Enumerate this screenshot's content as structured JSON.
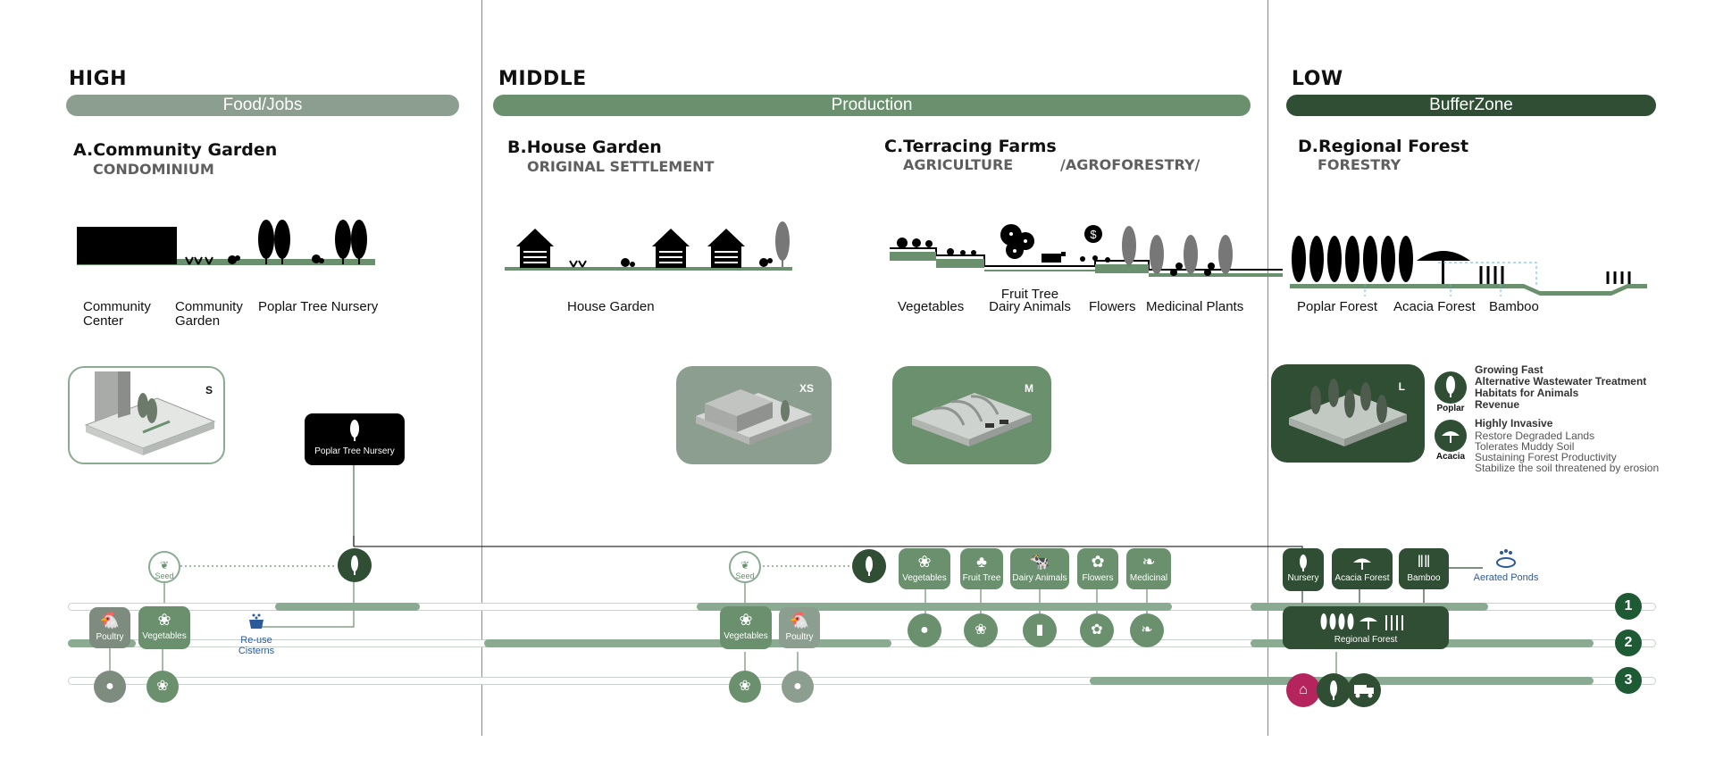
{
  "zones": {
    "high": {
      "title": "HIGH",
      "band": "Food/Jobs"
    },
    "middle": {
      "title": "MIDDLE",
      "band": "Production"
    },
    "low": {
      "title": "LOW",
      "band": "BufferZone"
    }
  },
  "colors": {
    "light_green": "#8c9e8f",
    "mid_green": "#6a906e",
    "dark_green": "#2f4e34",
    "track_bar": "#8aaa92",
    "accent_pink": "#b5245c",
    "number_green": "#1e5a34"
  },
  "sections": {
    "a": {
      "title": "A.Community Garden",
      "sub": "CONDOMINIUM",
      "labels": [
        "Community Center",
        "Community Garden",
        "Poplar Tree Nursery"
      ],
      "size": "S"
    },
    "b": {
      "title": "B.House Garden",
      "sub": "ORIGINAL SETTLEMENT",
      "labels": [
        "House Garden"
      ],
      "size": "XS"
    },
    "c": {
      "title": "C.Terracing Farms",
      "sub": "AGRICULTURE",
      "sub2": "/AGROFORESTRY/",
      "labels": [
        "Vegetables",
        "Fruit Tree",
        "Dairy Animals",
        "Flowers",
        "Medicinal Plants"
      ],
      "size": "M"
    },
    "d": {
      "title": "D.Regional Forest",
      "sub": "FORESTRY",
      "labels": [
        "Poplar Forest",
        "Acacia Forest",
        "Bamboo"
      ],
      "size": "L"
    }
  },
  "poplar_box": "Poplar Tree Nursery",
  "legend": {
    "poplar": {
      "name": "Poplar",
      "items": [
        "Growing Fast",
        "Alternative Wastewater Treatment",
        "Habitats for Animals",
        "Revenue"
      ]
    },
    "acacia": {
      "name": "Acacia",
      "head": "Highly Invasive",
      "items": [
        "Restore Degraded Lands",
        "Tolerates Muddy Soil",
        "Sustaining Forest Productivity",
        "Stabilize the soil threatened by erosion"
      ]
    }
  },
  "flow": {
    "seed": "Seed",
    "poultry": "Poultry",
    "vegetables": "Vegetables",
    "reuse": "Re-use Cisterns",
    "fruit_tree": "Fruit Tree",
    "dairy": "Dairy Animals",
    "flowers": "Flowers",
    "medicinal": "Medicinal",
    "nursery": "Nursery",
    "acacia_forest": "Acacia Forest",
    "bamboo": "Bamboo",
    "aerated": "Aerated Ponds",
    "regional": "Regional Forest",
    "numbers": [
      "1",
      "2",
      "3"
    ]
  }
}
